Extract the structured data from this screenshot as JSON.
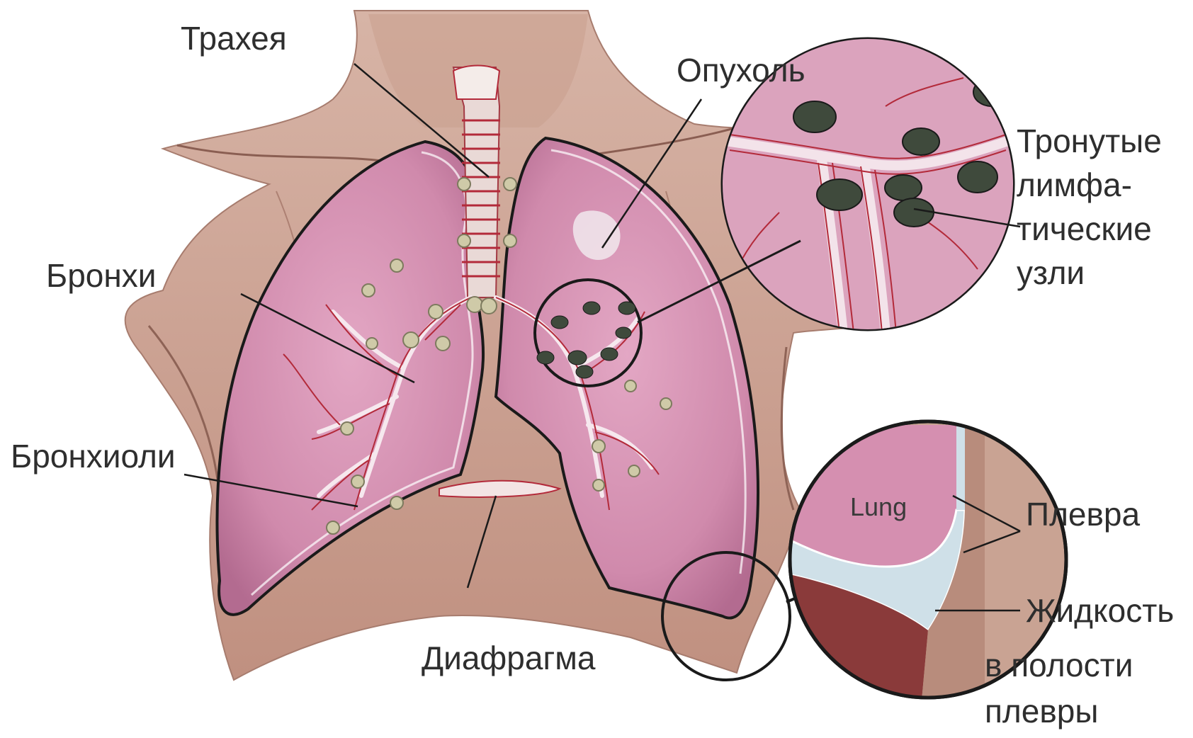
{
  "labels": {
    "trachea": "Трахея",
    "tumor": "Опухоль",
    "bronchi": "Бронхи",
    "bronchioles": "Бронхиоли",
    "diaphragm": "Диафрагма",
    "nodes_line1": "Тронутые",
    "nodes_line2": "лимфа-",
    "nodes_line3": "тические",
    "nodes_line4": "узли",
    "lung": "Lung",
    "pleura": "Плевра",
    "fluid_line1": "Жидкость",
    "fluid_line2": "в полости",
    "fluid_line3": "плевры"
  },
  "colors": {
    "skin": "#c9a393",
    "skin_dark": "#9c6f62",
    "lung": "#d58fb0",
    "lung_dark": "#b96b93",
    "vessel": "#b32a3a",
    "node_healthy": "#c8c4a2",
    "node_affected": "#3f4a3c",
    "pleura": "#c9dbe4",
    "outline": "#1a1a1a"
  }
}
